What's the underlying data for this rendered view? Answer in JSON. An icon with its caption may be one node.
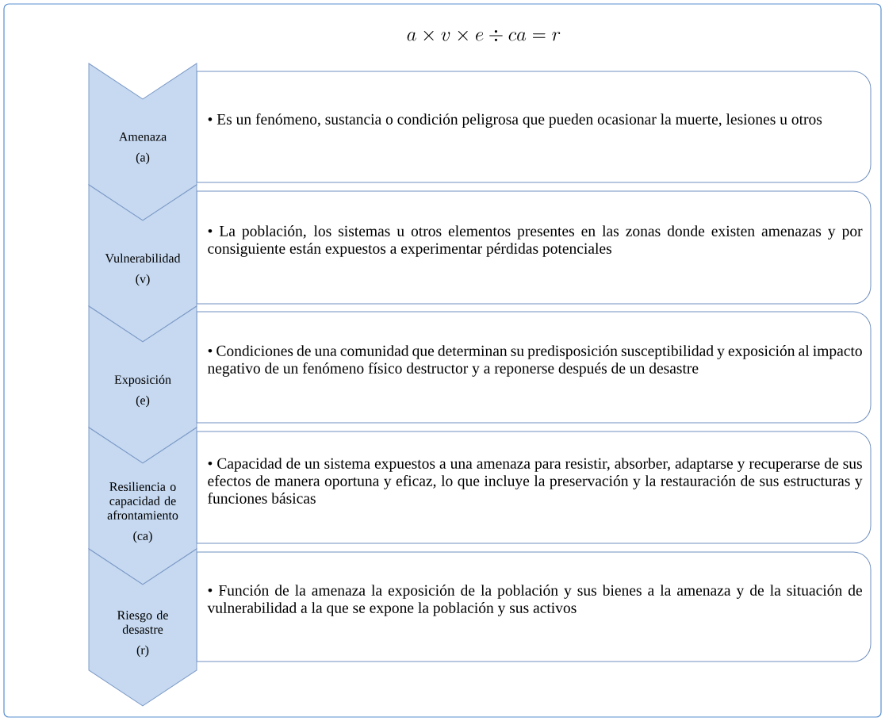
{
  "diagram": {
    "title": "a \\times v \\times e \\div ca = r",
    "nodes": [
      {
        "text": [
          "Amenaza",
          "(a)"
        ]
      },
      {
        "text": [
          "• Es un fenómeno, sustancia o condición peligrosa que pueden ocasionar la muerte, lesiones u otros"
        ]
      },
      {
        "text": [
          "Vulnerabilidad",
          "(v)"
        ]
      },
      {
        "text": [
          "• La población, los sistemas u otros elementos presentes en las zonas donde existen amenazas y por consiguiente están expuestos a experimentar pérdidas potenciales"
        ]
      },
      {
        "text": [
          "Exposición",
          "(e)"
        ]
      },
      {
        "text": [
          "• Condiciones de una comunidad que determinan su predisposición susceptibilidad y exposición al impacto negativo de un fenómeno físico destructor y a reponerse después de un desastre"
        ]
      },
      {
        "text": [
          "Resiliencia o capacidad de afrontamiento",
          "(ca)"
        ]
      },
      {
        "text": [
          "• Capacidad de un sistema expuestos a una amenaza para resistir, absorber, adaptarse y recuperarse de sus efectos de manera oportuna y eficaz, lo que incluye la preservación y la restauración de sus estructuras y funciones básicas"
        ]
      },
      {
        "text": [
          "Riesgo de desastre",
          "(r)"
        ]
      },
      {
        "text": [
          "• Función de la amenaza la exposición de la población y sus bienes a la amenaza y de la situación de vulnerabilidad a la que se expone la población y sus activos"
        ]
      }
    ]
  }
}
